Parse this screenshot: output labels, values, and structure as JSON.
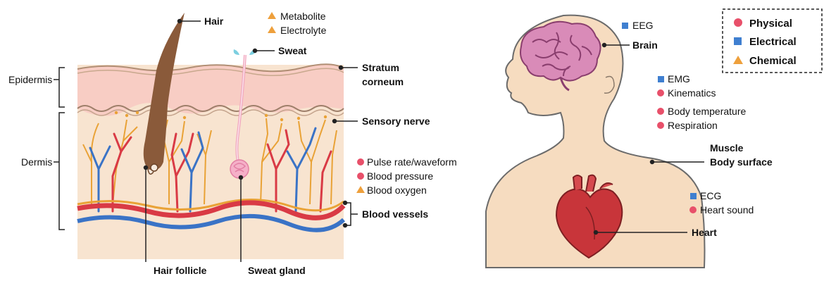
{
  "colors": {
    "physical": "#e8506a",
    "electrical": "#3f7fd0",
    "chemical": "#eea03c",
    "skin": "#f7e1cb",
    "epidermis": "#f9d2c8",
    "artery": "#d93a45",
    "vein": "#3a73c6",
    "nerve": "#e9a236",
    "hair": "#8a5a3a",
    "brain": "#d98bb8",
    "heart": "#c8353a"
  },
  "icons": {
    "circle": "physical-circle-icon",
    "square": "electrical-square-icon",
    "triangle": "chemical-triangle-icon"
  },
  "legend": {
    "physical": "Physical",
    "electrical": "Electrical",
    "chemical": "Chemical"
  },
  "skin": {
    "epidermis": "Epidermis",
    "dermis": "Dermis",
    "hair": "Hair",
    "metabolite": "Metabolite",
    "electrolyte": "Electrolyte",
    "sweat": "Sweat",
    "stratum_line1": "Stratum",
    "stratum_line2": "corneum",
    "sensory_nerve": "Sensory nerve",
    "pulse": "Pulse rate/waveform",
    "blood_pressure": "Blood pressure",
    "blood_oxygen": "Blood oxygen",
    "blood_vessels": "Blood vessels",
    "hair_follicle": "Hair follicle",
    "sweat_gland": "Sweat gland"
  },
  "body": {
    "eeg": "EEG",
    "brain": "Brain",
    "emg": "EMG",
    "kinematics": "Kinematics",
    "body_temperature": "Body temperature",
    "respiration": "Respiration",
    "muscle": "Muscle",
    "body_surface": "Body surface",
    "ecg": "ECG",
    "heart_sound": "Heart sound",
    "heart": "Heart"
  }
}
